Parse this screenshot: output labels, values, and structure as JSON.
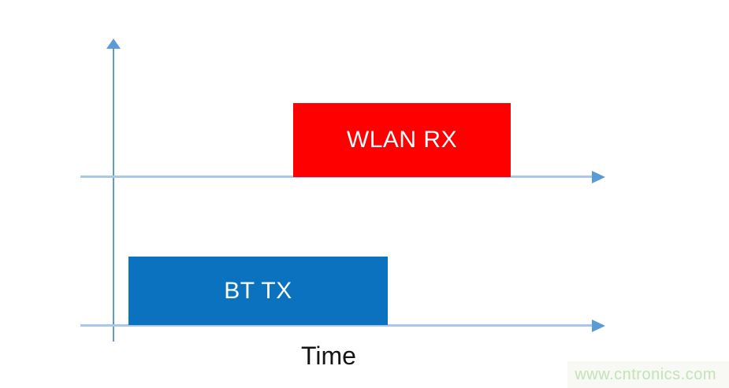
{
  "diagram": {
    "type": "timing-diagram",
    "axis": {
      "x_label": "Time"
    },
    "bars": [
      {
        "label": "WLAN RX",
        "color": "#fe0000",
        "text_color": "#ffffff",
        "row": "upper"
      },
      {
        "label": "BT TX",
        "color": "#0a72be",
        "text_color": "#ffffff",
        "row": "lower"
      }
    ],
    "colors": {
      "vertical_axis": "#5b9bd5",
      "horizontal_axis": "#a8c7e9",
      "arrowhead": "#5b9bd5",
      "time_label": "#141414"
    }
  },
  "watermark": {
    "text": "www.cntronics.com",
    "color": "#c3e3b6"
  }
}
